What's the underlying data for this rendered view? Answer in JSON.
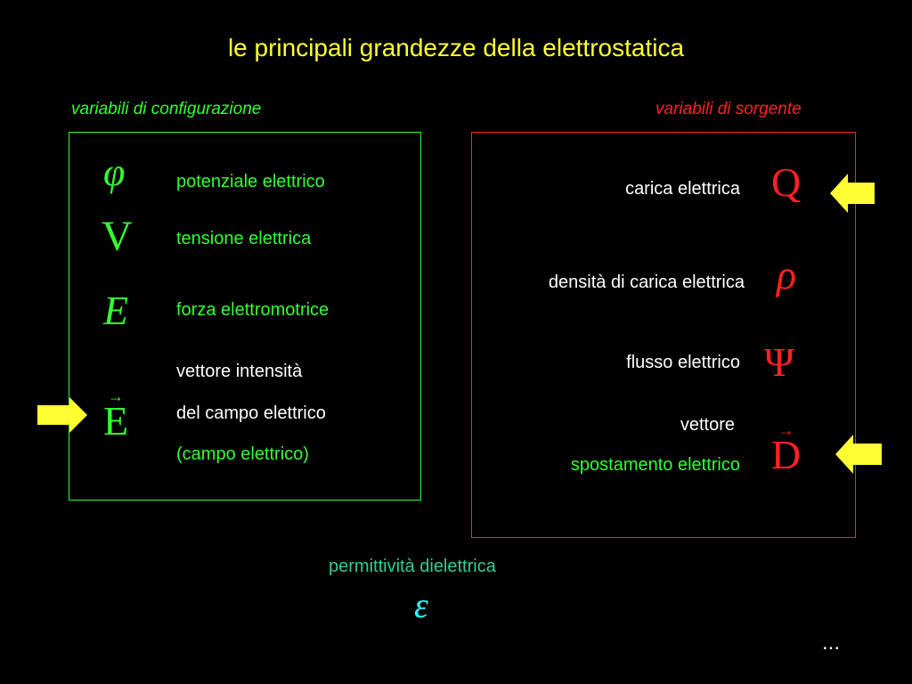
{
  "title": "le principali grandezze della elettrostatica",
  "headings": {
    "config": "variabili di configurazione",
    "source": "variabili di sorgente"
  },
  "config": {
    "phi": {
      "symbol": "φ",
      "label": "potenziale elettrico"
    },
    "v": {
      "symbol": "V",
      "label": "tensione elettrica"
    },
    "e_emf": {
      "symbol": "E",
      "label": "forza elettromotrice"
    },
    "e_field": {
      "symbol": "E",
      "arrow": "→",
      "line1": "vettore intensità",
      "line2": "del campo elettrico",
      "line3": "(campo elettrico)"
    }
  },
  "source": {
    "q": {
      "symbol": "Q",
      "label": "carica elettrica"
    },
    "rho": {
      "symbol": "ρ",
      "label": "densità di carica elettrica"
    },
    "psi": {
      "symbol": "Ψ",
      "label": "flusso elettrico"
    },
    "d": {
      "symbol": "D",
      "arrow": "→",
      "line1": "vettore",
      "line2": "spostamento elettrico"
    }
  },
  "permittivity": {
    "label": "permittività dielettrica",
    "symbol": "ε"
  },
  "ellipsis": "...",
  "colors": {
    "title": "#ffff33",
    "config": "#33ff33",
    "source": "#ff2222",
    "text": "#ffffff",
    "permittivity_label": "#33cc99",
    "permittivity_symbol": "#33ffff",
    "arrow": "#ffff33"
  }
}
